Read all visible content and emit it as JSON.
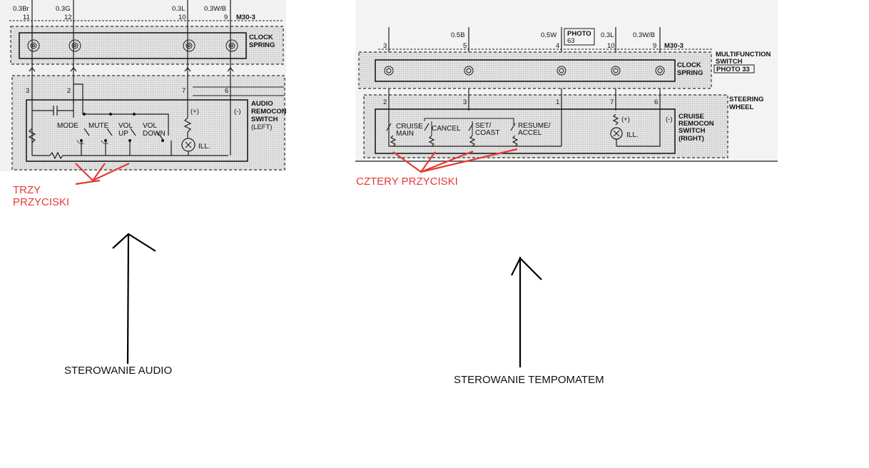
{
  "left": {
    "wire_labels": [
      "0.3Br",
      "0.3G",
      "0.3L",
      "0.3W/B"
    ],
    "pins_top": [
      "11",
      "12",
      "10",
      "9"
    ],
    "connector_top": "M30-3",
    "clock_spring": [
      "CLOCK",
      "SPRING"
    ],
    "pins_bottom": [
      "3",
      "2",
      "7",
      "6"
    ],
    "plus": "(+)",
    "minus": "(-)",
    "switch_title": [
      "AUDIO",
      "REMOCON",
      "SWITCH",
      "(LEFT)"
    ],
    "switches": [
      "MODE",
      "MUTE",
      "VOL",
      "UP",
      "VOL",
      "DOWN"
    ],
    "ill": "ILL.",
    "note": [
      "TRZY",
      "PRZYCISKI"
    ],
    "caption": "STEROWANIE AUDIO"
  },
  "right": {
    "wire_labels": [
      "0.5B",
      "0.5W",
      "0.3L",
      "0.3W/B"
    ],
    "photo_top": [
      "PHOTO",
      "63"
    ],
    "pins_top": [
      "3",
      "5",
      "4",
      "10",
      "9"
    ],
    "connector_top": "M30-3",
    "clock_spring": [
      "CLOCK",
      "SPRING"
    ],
    "photo_mid": "PHOTO 33",
    "multifunction": [
      "MULTIFUNCTION",
      "SWITCH"
    ],
    "pins_bottom": [
      "2",
      "3",
      "1",
      "7",
      "6"
    ],
    "steering": [
      "STEERING",
      "WHEEL"
    ],
    "plus": "(+)",
    "minus": "(-)",
    "switch_title": [
      "CRUISE",
      "REMOCON",
      "SWITCH",
      "(RIGHT)"
    ],
    "switches": [
      "CRUISE",
      "MAIN",
      "CANCEL",
      "SET/",
      "COAST",
      "RESUME/",
      "ACCEL"
    ],
    "ill": "ILL.",
    "note": "CZTERY PRZYCISKI",
    "caption": "STEROWANIE TEMPOMATEM"
  }
}
